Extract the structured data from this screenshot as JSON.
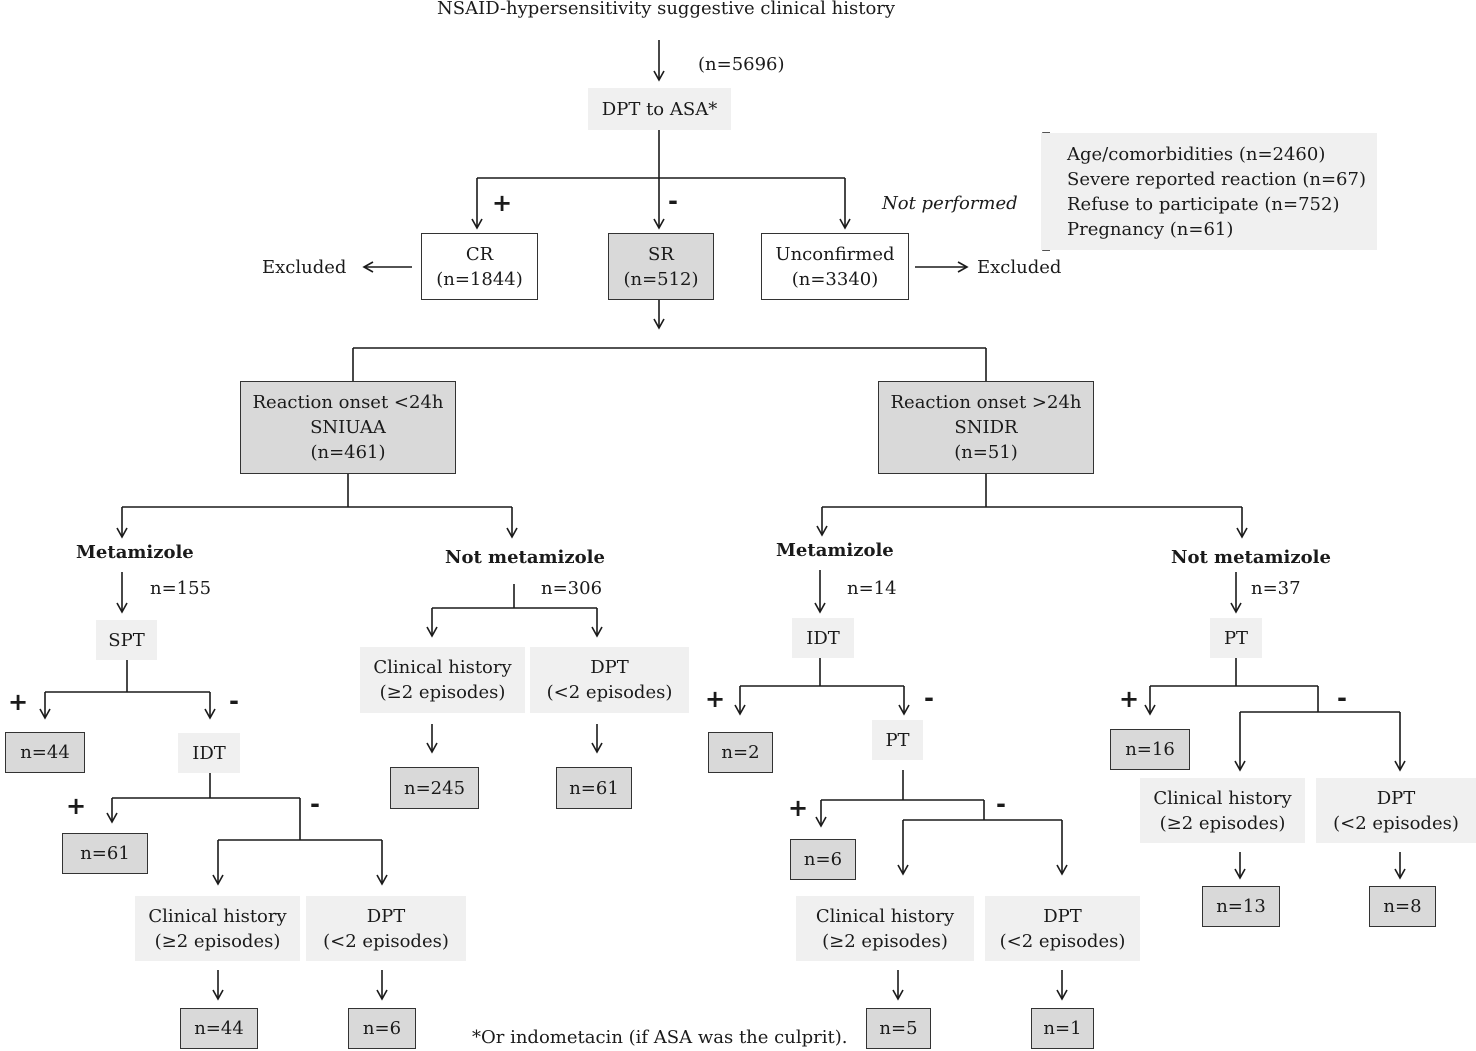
{
  "top": {
    "history": "NSAID-hypersensitivity  suggestive clinical history",
    "n_total": "(n=5696)",
    "dpt_asa": "DPT to ASA*",
    "plus": "+",
    "minus": "-"
  },
  "confirm": {
    "cr_label": "CR",
    "cr_n": "(n=1844)",
    "sr_label": "SR",
    "sr_n": "(n=512)",
    "unc_label": "Unconfirmed",
    "unc_n": "(n=3340)",
    "excluded_left": "Excluded",
    "excluded_right": "Excluded",
    "not_performed": "Not performed"
  },
  "reasons": [
    "Age/comorbidities  (n=2460)",
    "Severe reported  reaction  (n=67)",
    "Refuse to participate  (n=752)",
    "Pregnancy  (n=61)"
  ],
  "early": {
    "line1": "Reaction onset <24h",
    "line2": "SNIUAA",
    "line3": "(n=461)"
  },
  "late": {
    "line1": "Reaction onset >24h",
    "line2": "SNIDR",
    "line3": "(n=51)"
  },
  "branch_a": {
    "title": "Metamizole",
    "n": "n=155",
    "test1": "SPT",
    "test1_pos": "n=44",
    "test2": "IDT",
    "test2_pos": "n=61",
    "hist_l1": "Clinical history",
    "hist_l2": "(≥2 episodes)",
    "dpt_l1": "DPT",
    "dpt_l2": "(<2 episodes)",
    "hist_n": "n=44",
    "dpt_n": "n=6"
  },
  "branch_b": {
    "title": "Not metamizole",
    "n": "n=306",
    "hist_l1": "Clinical history",
    "hist_l2": "(≥2 episodes)",
    "dpt_l1": "DPT",
    "dpt_l2": "(<2 episodes)",
    "hist_n": "n=245",
    "dpt_n": "n=61"
  },
  "branch_c": {
    "title": "Metamizole",
    "n": "n=14",
    "test1": "IDT",
    "test1_pos": "n=2",
    "test2": "PT",
    "test2_pos": "n=6",
    "hist_l1": "Clinical history",
    "hist_l2": "(≥2 episodes)",
    "dpt_l1": "DPT",
    "dpt_l2": "(<2 episodes)",
    "hist_n": "n=5",
    "dpt_n": "n=1"
  },
  "branch_d": {
    "title": "Not metamizole",
    "n": "n=37",
    "test1": "PT",
    "test1_pos": "n=16",
    "hist_l1": "Clinical history",
    "hist_l2": "(≥2 episodes)",
    "dpt_l1": "DPT",
    "dpt_l2": "(<2 episodes)",
    "hist_n": "n=13",
    "dpt_n": "n=8"
  },
  "footnote": "*Or indometacin  (if ASA was the culprit).",
  "colors": {
    "line": "#1a1a1a",
    "box_gray": "#d9d9d9",
    "box_light": "#f0f0f0",
    "border": "#333333"
  }
}
